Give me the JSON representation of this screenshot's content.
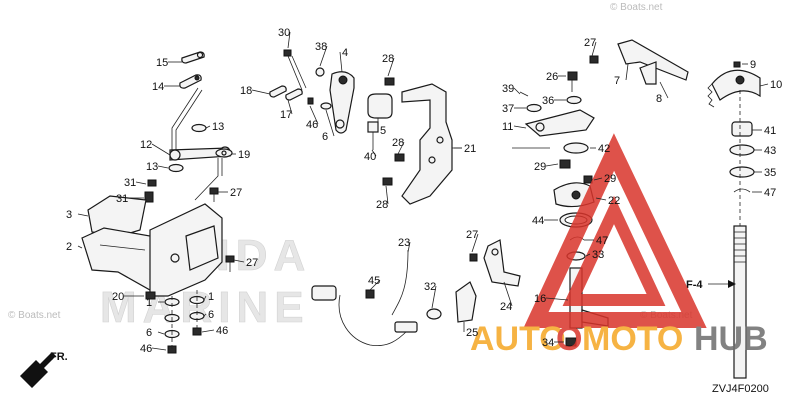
{
  "watermark_top": "© Boats.net",
  "watermark_left": "© Boats.net",
  "watermark_mid": "© Boats.net",
  "brand_text_1": "HONDA",
  "brand_text_2": "MARINE",
  "logo_text_a": "AUTO",
  "logo_text_o": "O",
  "logo_text_moto": "MOTO",
  "logo_text_hub": "HUB",
  "diagram_code": "ZVJ4F0200",
  "front_arrow": "FR.",
  "ref_label": "F-4",
  "callouts": [
    {
      "id": "c30",
      "text": "30"
    },
    {
      "id": "c38",
      "text": "38"
    },
    {
      "id": "c4",
      "text": "4"
    },
    {
      "id": "c28a",
      "text": "28"
    },
    {
      "id": "c15",
      "text": "15"
    },
    {
      "id": "c14",
      "text": "14"
    },
    {
      "id": "c18",
      "text": "18"
    },
    {
      "id": "c17",
      "text": "17"
    },
    {
      "id": "c46a",
      "text": "46"
    },
    {
      "id": "c6a",
      "text": "6"
    },
    {
      "id": "c5",
      "text": "5"
    },
    {
      "id": "c40",
      "text": "40"
    },
    {
      "id": "c28b",
      "text": "28"
    },
    {
      "id": "c21",
      "text": "21"
    },
    {
      "id": "c28c",
      "text": "28"
    },
    {
      "id": "c12",
      "text": "12"
    },
    {
      "id": "c13a",
      "text": "13"
    },
    {
      "id": "c13b",
      "text": "13"
    },
    {
      "id": "c19",
      "text": "19"
    },
    {
      "id": "c31a",
      "text": "31"
    },
    {
      "id": "c31b",
      "text": "31"
    },
    {
      "id": "c27a",
      "text": "27"
    },
    {
      "id": "c3",
      "text": "3"
    },
    {
      "id": "c2",
      "text": "2"
    },
    {
      "id": "c27b",
      "text": "27"
    },
    {
      "id": "c20",
      "text": "20"
    },
    {
      "id": "c1a",
      "text": "1"
    },
    {
      "id": "c1b",
      "text": "1"
    },
    {
      "id": "c6b",
      "text": "6"
    },
    {
      "id": "c6c",
      "text": "6"
    },
    {
      "id": "c46b",
      "text": "46"
    },
    {
      "id": "c46c",
      "text": "46"
    },
    {
      "id": "c23",
      "text": "23"
    },
    {
      "id": "c45",
      "text": "45"
    },
    {
      "id": "c32",
      "text": "32"
    },
    {
      "id": "c27c",
      "text": "27"
    },
    {
      "id": "c24",
      "text": "24"
    },
    {
      "id": "c25",
      "text": "25"
    },
    {
      "id": "c27d",
      "text": "27"
    },
    {
      "id": "c7",
      "text": "7"
    },
    {
      "id": "c8",
      "text": "8"
    },
    {
      "id": "c39",
      "text": "39"
    },
    {
      "id": "c26",
      "text": "26"
    },
    {
      "id": "c36",
      "text": "36"
    },
    {
      "id": "c37",
      "text": "37"
    },
    {
      "id": "c11",
      "text": "11"
    },
    {
      "id": "c29a",
      "text": "29"
    },
    {
      "id": "c42",
      "text": "42"
    },
    {
      "id": "c29b",
      "text": "29"
    },
    {
      "id": "c22",
      "text": "22"
    },
    {
      "id": "c44",
      "text": "44"
    },
    {
      "id": "c47a",
      "text": "47"
    },
    {
      "id": "c33",
      "text": "33"
    },
    {
      "id": "c16",
      "text": "16"
    },
    {
      "id": "c34",
      "text": "34"
    },
    {
      "id": "c9",
      "text": "9"
    },
    {
      "id": "c10",
      "text": "10"
    },
    {
      "id": "c41",
      "text": "41"
    },
    {
      "id": "c43",
      "text": "43"
    },
    {
      "id": "c35",
      "text": "35"
    },
    {
      "id": "c47b",
      "text": "47"
    }
  ],
  "colors": {
    "logo_red": "#d9342b",
    "logo_orange": "#f5a623",
    "logo_gray": "#6d6d6d",
    "line": "#1a1a1a"
  }
}
